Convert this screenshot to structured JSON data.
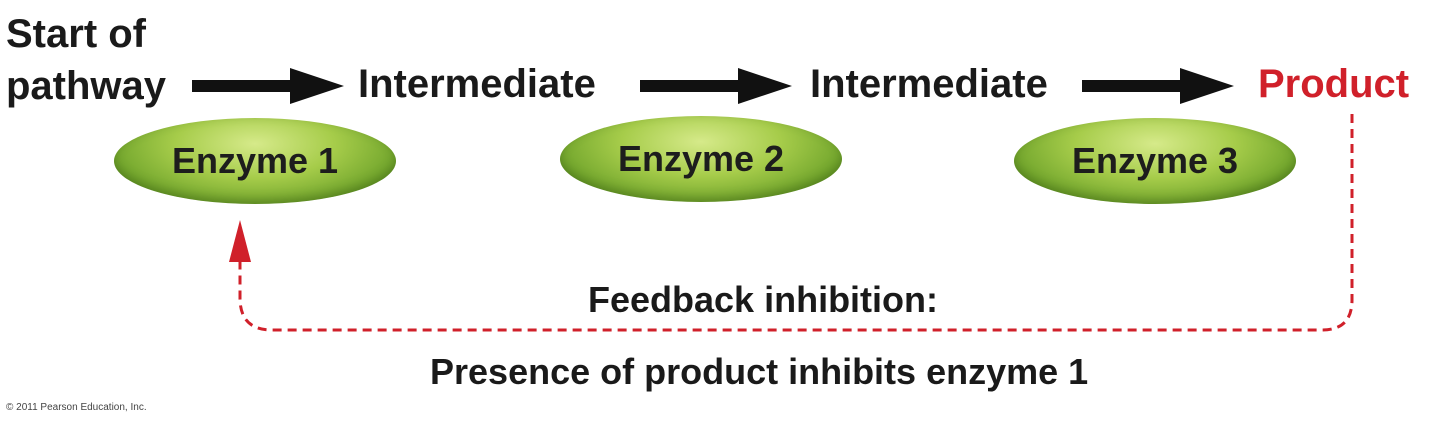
{
  "pathway": {
    "start_line1": "Start of",
    "start_line2": "pathway",
    "intermediate_1": "Intermediate",
    "intermediate_2": "Intermediate",
    "product": "Product"
  },
  "enzymes": [
    {
      "label": "Enzyme 1"
    },
    {
      "label": "Enzyme 2"
    },
    {
      "label": "Enzyme 3"
    }
  ],
  "feedback": {
    "title": "Feedback inhibition:",
    "description": "Presence of product inhibits enzyme 1"
  },
  "copyright": "© 2011 Pearson Education, Inc.",
  "colors": {
    "product_text": "#d0202a",
    "feedback_arrow": "#d0202a",
    "enzyme_fill": "#8fbf3a",
    "pathway_arrow": "#111111"
  }
}
